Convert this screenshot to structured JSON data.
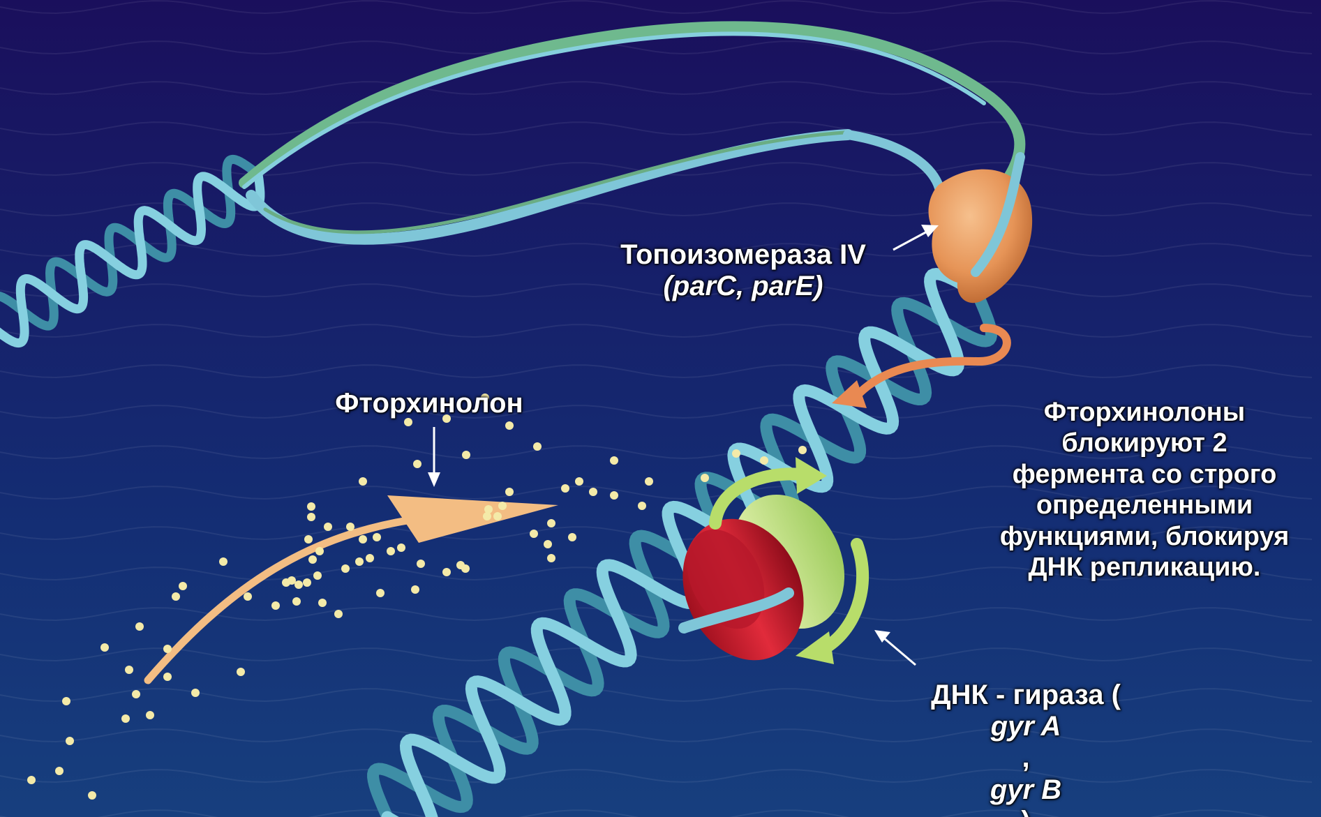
{
  "topoisomerase": {
    "title": "Топоизомераза IV",
    "genes": "(parC, parE)"
  },
  "fluoroquinolone": {
    "label": "Фторхинолон"
  },
  "description": {
    "lines": [
      "Фторхинолоны",
      "блокируют 2",
      "фермента со строго",
      "определенными",
      "функциями, блокируя",
      "ДНК репликацию."
    ]
  },
  "gyrase": {
    "prefix": "ДНК - гираза (",
    "gene_a": "gyr A",
    "separator": ", ",
    "gene_b": "gyr B",
    "suffix": ")"
  },
  "colors": {
    "dna_strand": "#7fc6d8",
    "dna_strand_green": "#7dc29a",
    "topoisomerase": "#e79a5c",
    "gyrase_red": "#d42233",
    "gyrase_green": "#c9e58a",
    "drug_arrow": "#f3bd83",
    "drug_dots": "#f4eaa8"
  }
}
